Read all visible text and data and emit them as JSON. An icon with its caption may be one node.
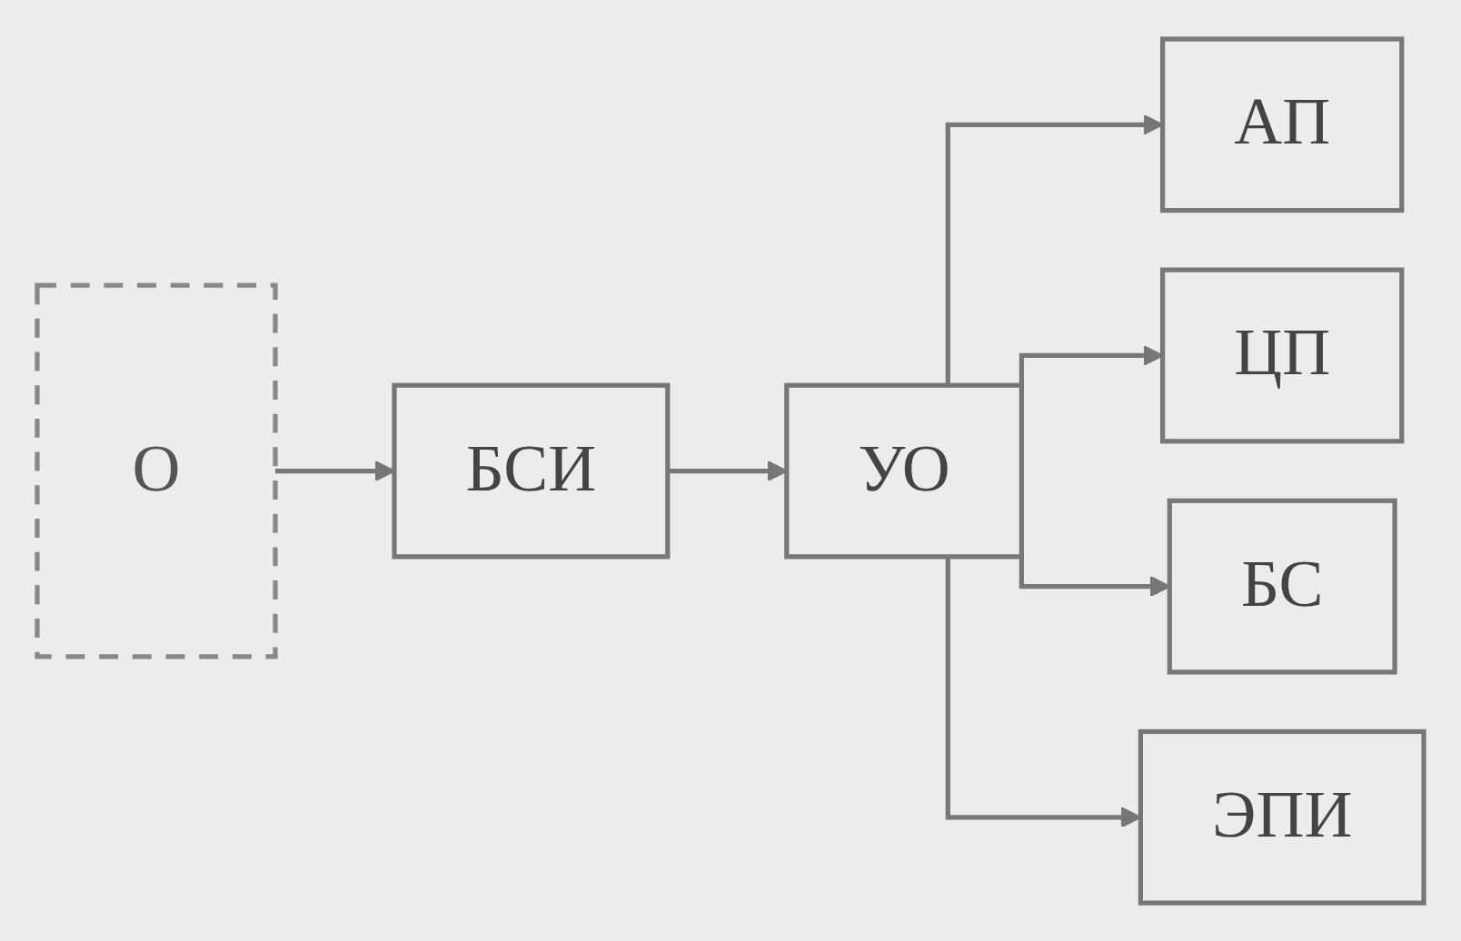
{
  "diagram": {
    "nodes": [
      {
        "text": [
          "О"
        ]
      },
      {
        "text": [
          "БСИ"
        ]
      },
      {
        "text": [
          "УО"
        ]
      },
      {
        "text": [
          "АП"
        ]
      },
      {
        "text": [
          "ЦП"
        ]
      },
      {
        "text": [
          "БС"
        ]
      },
      {
        "text": [
          "ЭПИ"
        ]
      }
    ],
    "edges": [
      {
        "from": 0,
        "to": 1,
        "arrow": "to"
      },
      {
        "from": 1,
        "to": 2,
        "arrow": "to"
      },
      {
        "from": 2,
        "to": 3,
        "arrow": "to"
      },
      {
        "from": 2,
        "to": 4,
        "arrow": "to"
      },
      {
        "from": 2,
        "to": 5,
        "arrow": "to"
      },
      {
        "from": 2,
        "to": 6,
        "arrow": "to"
      }
    ]
  }
}
